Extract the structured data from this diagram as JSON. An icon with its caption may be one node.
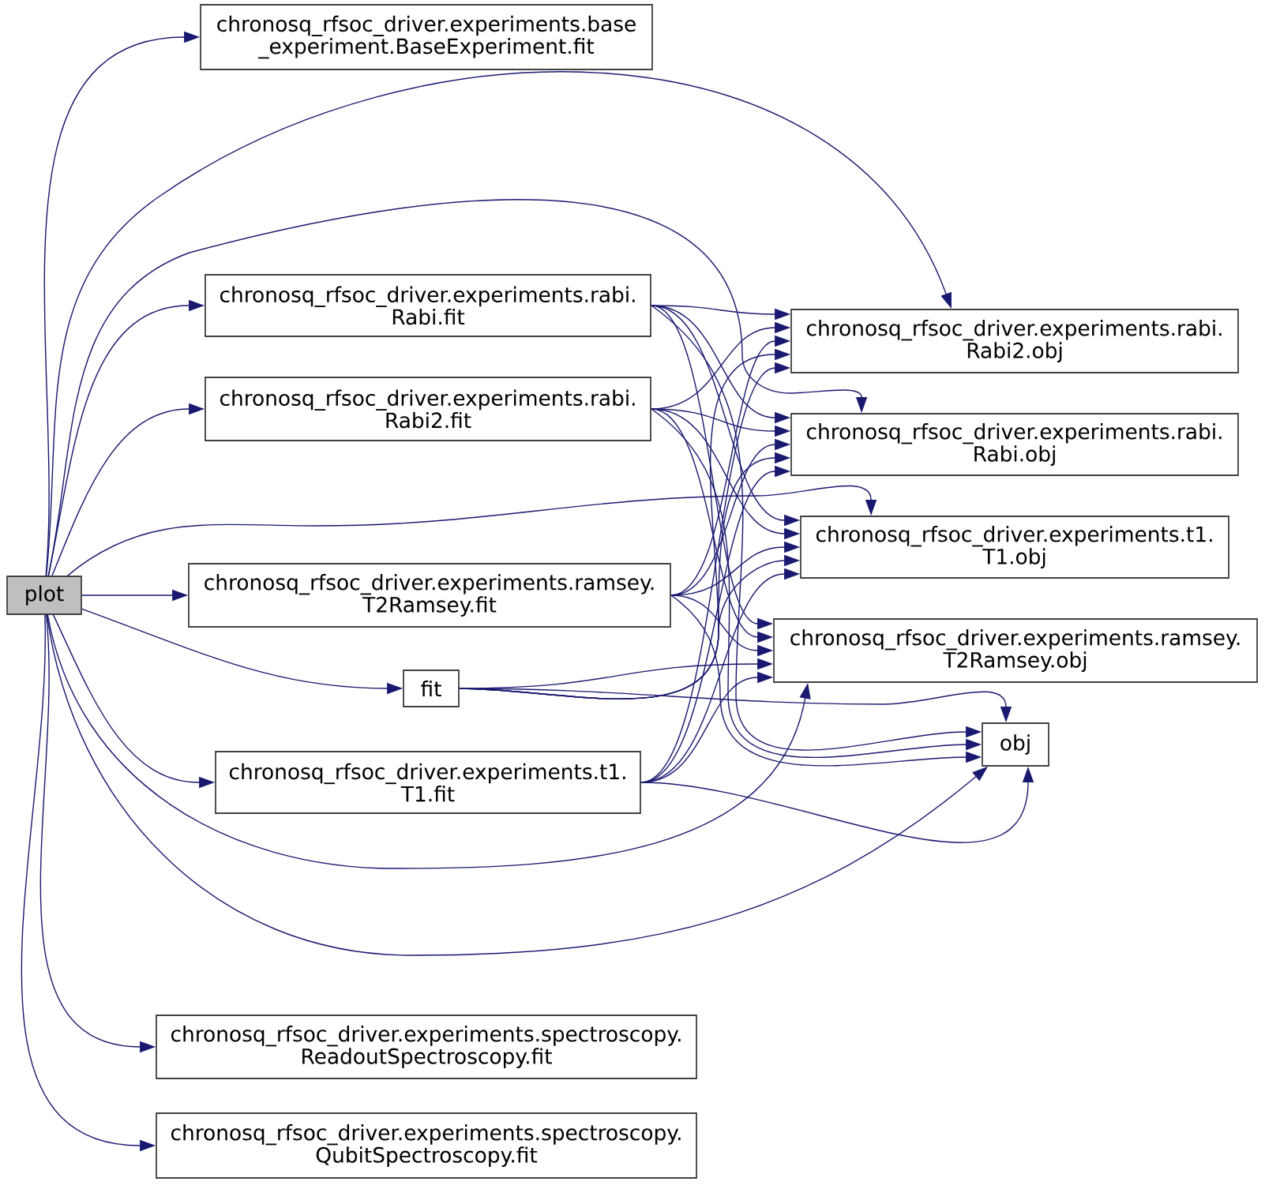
{
  "diagram": {
    "nodes": [
      {
        "text": [
          "plot"
        ]
      },
      {
        "text": [
          "chronosq_rfsoc_driver.experiments.base _experiment.BaseExperiment.fit"
        ]
      },
      {
        "text": [
          "chronosq_rfsoc_driver.experiments.rabi. Rabi.fit"
        ]
      },
      {
        "text": [
          "chronosq_rfsoc_driver.experiments.rabi. Rabi2.fit"
        ]
      },
      {
        "text": [
          "chronosq_rfsoc_driver.experiments.ramsey. T2Ramsey.fit"
        ]
      },
      {
        "text": [
          "fit"
        ]
      },
      {
        "text": [
          "chronosq_rfsoc_driver.experiments.t1. T1.fit"
        ]
      },
      {
        "text": [
          "chronosq_rfsoc_driver.experiments.spectroscopy. ReadoutSpectroscopy.fit"
        ]
      },
      {
        "text": [
          "chronosq_rfsoc_driver.experiments.spectroscopy. QubitSpectroscopy.fit"
        ]
      },
      {
        "text": [
          "chronosq_rfsoc_driver.experiments.rabi. Rabi2.obj"
        ]
      },
      {
        "text": [
          "chronosq_rfsoc_driver.experiments.rabi. Rabi.obj"
        ]
      },
      {
        "text": [
          "chronosq_rfsoc_driver.experiments.t1. T1.obj"
        ]
      },
      {
        "text": [
          "chronosq_rfsoc_driver.experiments.ramsey. T2Ramsey.obj"
        ]
      },
      {
        "text": [
          "obj"
        ]
      }
    ],
    "edges": [
      {
        "from": 0,
        "to": 1,
        "arrow": "to"
      },
      {
        "from": 0,
        "to": 2,
        "arrow": "to"
      },
      {
        "from": 0,
        "to": 3,
        "arrow": "to"
      },
      {
        "from": 0,
        "to": 4,
        "arrow": "to"
      },
      {
        "from": 0,
        "to": 5,
        "arrow": "to"
      },
      {
        "from": 0,
        "to": 6,
        "arrow": "to"
      },
      {
        "from": 0,
        "to": 7,
        "arrow": "to"
      },
      {
        "from": 0,
        "to": 8,
        "arrow": "to"
      },
      {
        "from": 0,
        "to": 9,
        "arrow": "to"
      },
      {
        "from": 0,
        "to": 10,
        "arrow": "to"
      },
      {
        "from": 0,
        "to": 11,
        "arrow": "to"
      },
      {
        "from": 0,
        "to": 12,
        "arrow": "to"
      },
      {
        "from": 0,
        "to": 13,
        "arrow": "to"
      },
      {
        "from": 2,
        "to": 9,
        "arrow": "to"
      },
      {
        "from": 2,
        "to": 10,
        "arrow": "to"
      },
      {
        "from": 2,
        "to": 11,
        "arrow": "to"
      },
      {
        "from": 2,
        "to": 12,
        "arrow": "to"
      },
      {
        "from": 2,
        "to": 13,
        "arrow": "to"
      },
      {
        "from": 3,
        "to": 9,
        "arrow": "to"
      },
      {
        "from": 3,
        "to": 10,
        "arrow": "to"
      },
      {
        "from": 3,
        "to": 11,
        "arrow": "to"
      },
      {
        "from": 3,
        "to": 12,
        "arrow": "to"
      },
      {
        "from": 3,
        "to": 13,
        "arrow": "to"
      },
      {
        "from": 4,
        "to": 9,
        "arrow": "to"
      },
      {
        "from": 4,
        "to": 10,
        "arrow": "to"
      },
      {
        "from": 4,
        "to": 11,
        "arrow": "to"
      },
      {
        "from": 4,
        "to": 12,
        "arrow": "to"
      },
      {
        "from": 4,
        "to": 13,
        "arrow": "to"
      },
      {
        "from": 5,
        "to": 9,
        "arrow": "to"
      },
      {
        "from": 5,
        "to": 10,
        "arrow": "to"
      },
      {
        "from": 5,
        "to": 11,
        "arrow": "to"
      },
      {
        "from": 5,
        "to": 12,
        "arrow": "to"
      },
      {
        "from": 5,
        "to": 13,
        "arrow": "to"
      },
      {
        "from": 6,
        "to": 9,
        "arrow": "to"
      },
      {
        "from": 6,
        "to": 10,
        "arrow": "to"
      },
      {
        "from": 6,
        "to": 11,
        "arrow": "to"
      },
      {
        "from": 6,
        "to": 12,
        "arrow": "to"
      },
      {
        "from": 6,
        "to": 13,
        "arrow": "to"
      }
    ]
  }
}
